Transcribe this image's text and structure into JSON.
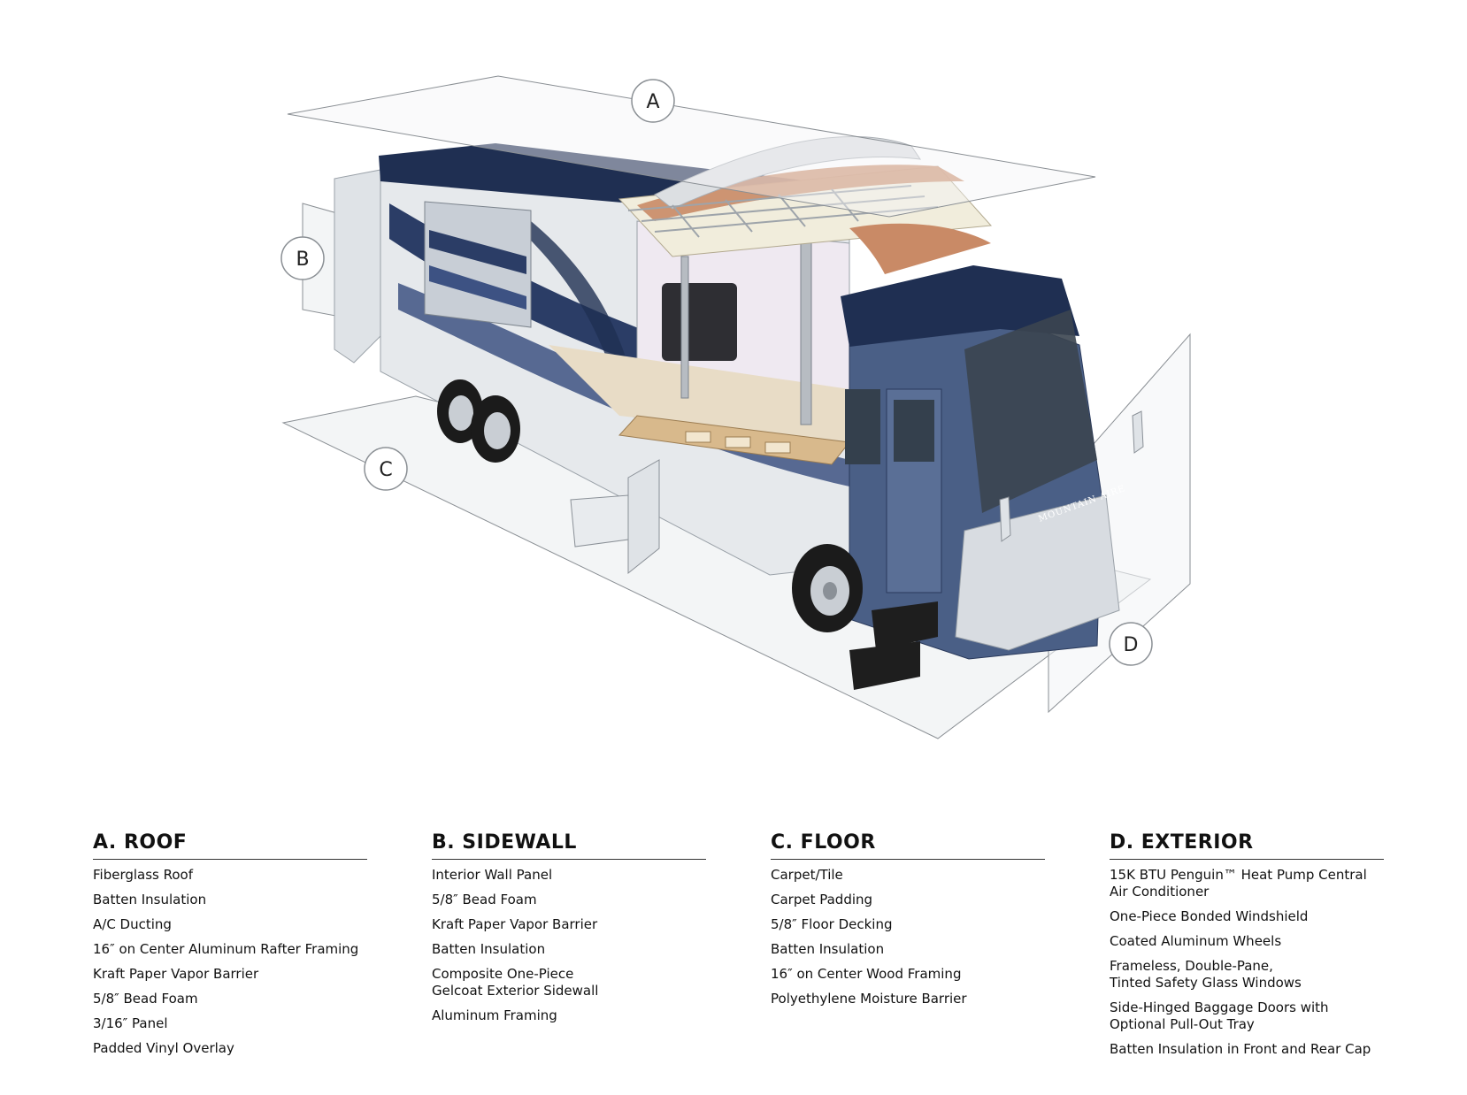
{
  "callouts": {
    "a": "A",
    "b": "B",
    "c": "C",
    "d": "D"
  },
  "bus_brand": "MOUNTAIN AIRE",
  "colors": {
    "navy": "#1f2f52",
    "slate_blue": "#4a5f86",
    "silver": "#cfd4da",
    "plane_fill": "#f3f5f6",
    "wood": "#d8b98c",
    "copper": "#c98a66"
  },
  "sections": [
    {
      "heading": "A. ROOF",
      "items": [
        "Fiberglass Roof",
        "Batten Insulation",
        "A/C Ducting",
        "16″ on Center Aluminum Rafter Framing",
        "Kraft Paper Vapor Barrier",
        "5/8″ Bead Foam",
        "3/16″ Panel",
        "Padded Vinyl Overlay"
      ]
    },
    {
      "heading": "B. SIDEWALL",
      "items": [
        "Interior Wall Panel",
        "5/8″ Bead Foam",
        "Kraft Paper Vapor Barrier",
        "Batten Insulation",
        "Composite One-Piece\nGelcoat Exterior Sidewall",
        "Aluminum Framing"
      ]
    },
    {
      "heading": "C. FLOOR",
      "items": [
        "Carpet/Tile",
        "Carpet Padding",
        "5/8″ Floor Decking",
        "Batten Insulation",
        "16″ on Center Wood Framing",
        "Polyethylene Moisture Barrier"
      ]
    },
    {
      "heading": "D. EXTERIOR",
      "items": [
        "15K BTU Penguin™ Heat Pump Central\nAir Conditioner",
        "One-Piece Bonded Windshield",
        "Coated Aluminum Wheels",
        "Frameless, Double-Pane,\nTinted Safety Glass Windows",
        "Side-Hinged Baggage Doors with\nOptional Pull-Out Tray",
        "Batten Insulation in Front and Rear Cap"
      ]
    }
  ]
}
